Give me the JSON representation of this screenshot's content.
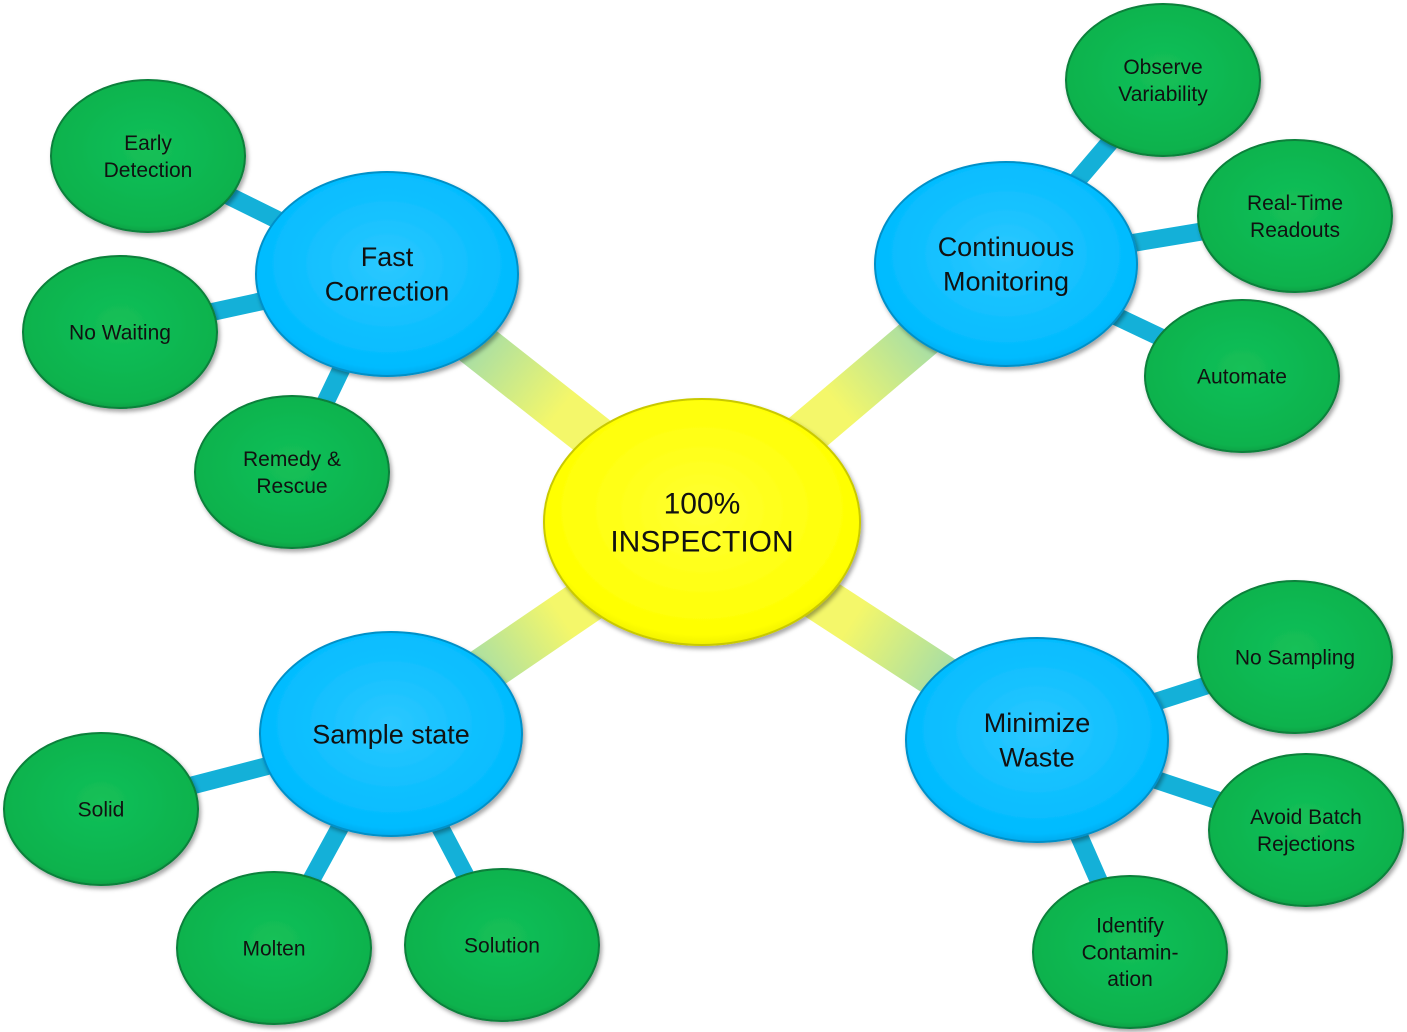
{
  "center": {
    "lines": [
      "100%",
      "INSPECTION"
    ]
  },
  "topics": [
    {
      "id": "fast-correction",
      "lines": [
        "Fast",
        "Correction"
      ],
      "leaves": [
        {
          "lines": [
            "Early",
            "Detection"
          ]
        },
        {
          "lines": [
            "No Waiting"
          ]
        },
        {
          "lines": [
            "Remedy &",
            "Rescue"
          ]
        }
      ]
    },
    {
      "id": "continuous-monitoring",
      "lines": [
        "Continuous",
        "Monitoring"
      ],
      "leaves": [
        {
          "lines": [
            "Observe",
            "Variability"
          ]
        },
        {
          "lines": [
            "Real-Time",
            "Readouts"
          ]
        },
        {
          "lines": [
            "Automate"
          ]
        }
      ]
    },
    {
      "id": "sample-state",
      "lines": [
        "Sample state"
      ],
      "leaves": [
        {
          "lines": [
            "Solid"
          ]
        },
        {
          "lines": [
            "Molten"
          ]
        },
        {
          "lines": [
            "Solution"
          ]
        }
      ]
    },
    {
      "id": "minimize-waste",
      "lines": [
        "Minimize",
        "Waste"
      ],
      "leaves": [
        {
          "lines": [
            "No Sampling"
          ]
        },
        {
          "lines": [
            "Avoid Batch",
            "Rejections"
          ]
        },
        {
          "lines": [
            "Identify",
            "Contamin-",
            "ation"
          ]
        }
      ]
    }
  ],
  "colors": {
    "center_fill": "#ffff00",
    "center_stroke": "#c9c900",
    "topic_fill": "#00bfff",
    "topic_stroke": "#0090c8",
    "leaf_fill": "#0ab550",
    "leaf_stroke": "#07803a",
    "leaf_connector": "#14b0d8",
    "hub_connector_light": "#f4f76a",
    "hub_connector_dark": "#58c4e2"
  }
}
